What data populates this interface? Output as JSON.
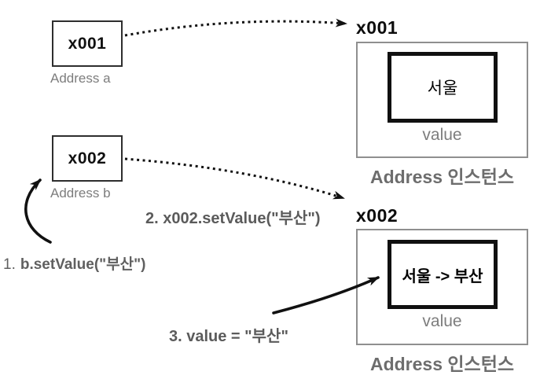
{
  "diagram_title": "Address reference vs instance diagram",
  "colors": {
    "background": "#ffffff",
    "ref_box_border": "#2e2e2e",
    "outer_box_border": "#8f8f8f",
    "inner_box_border": "#101010",
    "gray_text": "#7d7d7d",
    "caption_text": "#6d6d6d",
    "annotation_text": "#5b5b5b",
    "arrow_color": "#111111"
  },
  "references": [
    {
      "label": "x001",
      "caption": "Address a"
    },
    {
      "label": "x002",
      "caption": "Address b"
    }
  ],
  "instances": [
    {
      "pointer_label": "x001",
      "value": "서울",
      "field_label": "value",
      "caption": "Address 인스턴스"
    },
    {
      "pointer_label": "x002",
      "value": "서울 -> 부산",
      "field_label": "value",
      "caption": "Address 인스턴스"
    }
  ],
  "annotations": {
    "step1_number": "1.",
    "step1_code": "b.setValue(\"부산\")",
    "step2": "2. x002.setValue(\"부산\")",
    "step3": "3. value = \"부산\""
  }
}
